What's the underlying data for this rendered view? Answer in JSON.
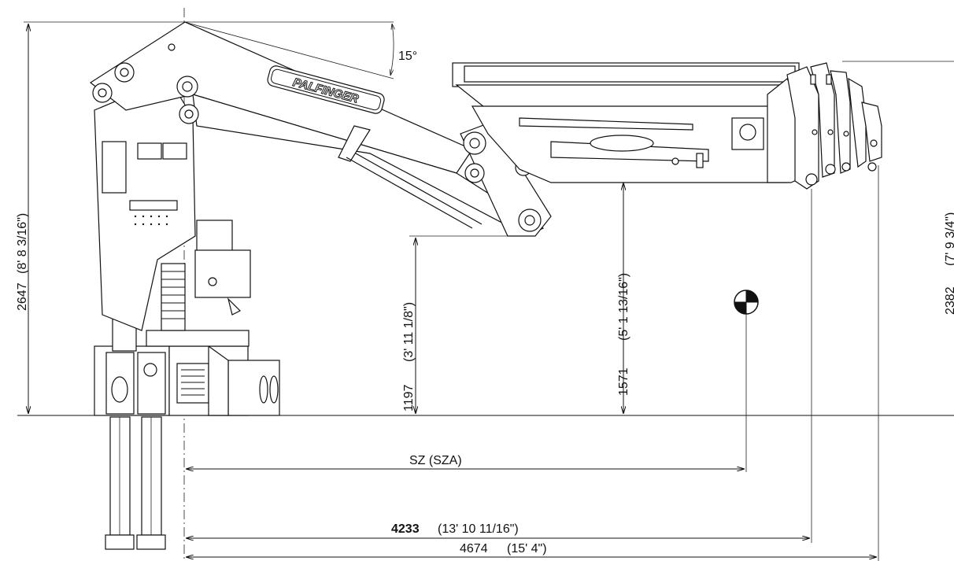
{
  "diagram": {
    "brand_label": "PALFINGER",
    "angle_label": "15°",
    "dimensions": {
      "total_height": {
        "value": "2647",
        "imperial": "(8' 8 3/16\")"
      },
      "tip_height": {
        "value": "2382",
        "imperial": "(7' 9 3/4\")"
      },
      "pivot_height": {
        "value": "1197",
        "imperial": "(3' 11 1/8\")"
      },
      "boom_underside_height": {
        "value": "1571",
        "imperial": "(5' 1 13/16\")"
      },
      "center_of_gravity": {
        "value": "SZ (SZA)"
      },
      "reach_length": {
        "value": "4233",
        "imperial": "(13' 10 11/16\")"
      },
      "total_length": {
        "value": "4674",
        "imperial": "(15' 4\")"
      }
    }
  }
}
